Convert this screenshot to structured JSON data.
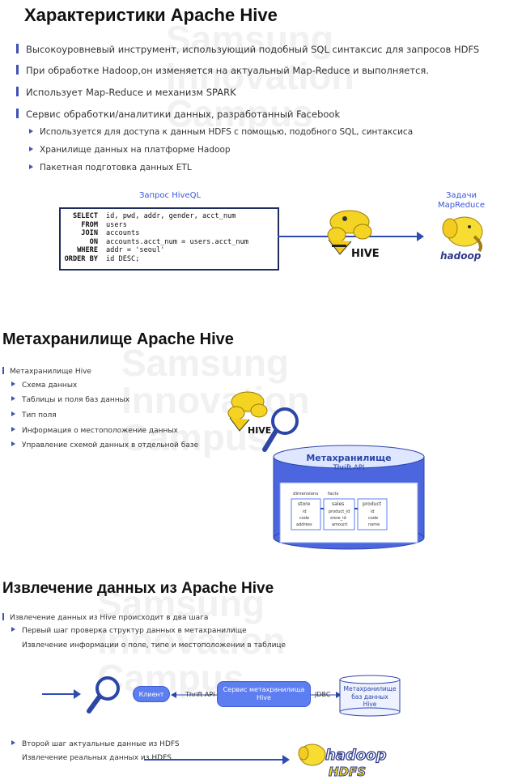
{
  "watermark": {
    "line1": "Samsung",
    "line2": "Innovation",
    "line3": "Campus"
  },
  "slide1": {
    "title": "Характеристики Apache Hive",
    "bullets": [
      "Высокоуровневый инструмент, использующий подобный SQL синтаксис для запросов HDFS",
      "При обработке Hadoop,он изменяется на актуальный Map-Reduce и выполняется.",
      "Использует Map-Reduce и механизм SPARK",
      "Сервис обработки/аналитики данных, разработанный Facebook"
    ],
    "subbullets": [
      "Используется для доступа к данным HDFS с помощью, подобного SQL, синтаксиса",
      "Хранилище данных на платформе Hadoop",
      "Пакетная подготовка данных ETL"
    ],
    "query_label": "Запрос HiveQL",
    "tasks_label_1": "Задачи",
    "tasks_label_2": "MapReduce",
    "code": [
      {
        "kw": "SELECT",
        "tx": "id, pwd, addr, gender, acct_num"
      },
      {
        "kw": "FROM",
        "tx": "users"
      },
      {
        "kw": "JOIN",
        "tx": "accounts"
      },
      {
        "kw": "ON",
        "tx": "accounts.acct_num = users.acct_num"
      },
      {
        "kw": "WHERE",
        "tx": "addr = 'seoul'"
      },
      {
        "kw": "ORDER BY",
        "tx": "id DESC;"
      }
    ],
    "hive_text": "HIVE",
    "hadoop_text": "hadoop"
  },
  "slide2": {
    "title": "Метахранилище Apache Hive",
    "bullet": "Метахранилище Hive",
    "subbullets": [
      "Схема данных",
      "Таблицы и поля баз данных",
      "Тип поля",
      "Информация о местоположение данных",
      "Управление схемой данных в отдельной базе"
    ],
    "metastore_title": "Метахранилище",
    "metastore_sub": "Thrift API",
    "schema_labels": {
      "dimensions": "dimensions",
      "facts": "facts",
      "store": "store",
      "sales": "sales",
      "product": "product",
      "id": "id",
      "code": "code",
      "address": "address",
      "product_id": "product_id",
      "store_id": "store_id",
      "amount": "amount",
      "name": "name"
    },
    "hive_text": "HIVE"
  },
  "slide3": {
    "title": "Извлечение данных из Apache Hive",
    "bullet": "Извлечение данных из Hive происходит в два шага",
    "sub1": "Первый шаг проверка структур данных в метахранилище",
    "sub1_detail": "Извлечение информации о поле, типе и местоположении в таблице",
    "client": "Клиент",
    "thrift": "Thrift API",
    "service_1": "Сервис метахранилища",
    "service_2": "Hive",
    "jdbc": "JDBC",
    "db_1": "Метахранилище",
    "db_2": "баз данных",
    "db_3": "Hive",
    "sub2": "Второй шаг актуальные данные из HDFS",
    "sub2_detail": "Извлечение реальных данных из HDFS",
    "hadoop_text": "hadoop",
    "hdfs_text": "HDFS"
  }
}
